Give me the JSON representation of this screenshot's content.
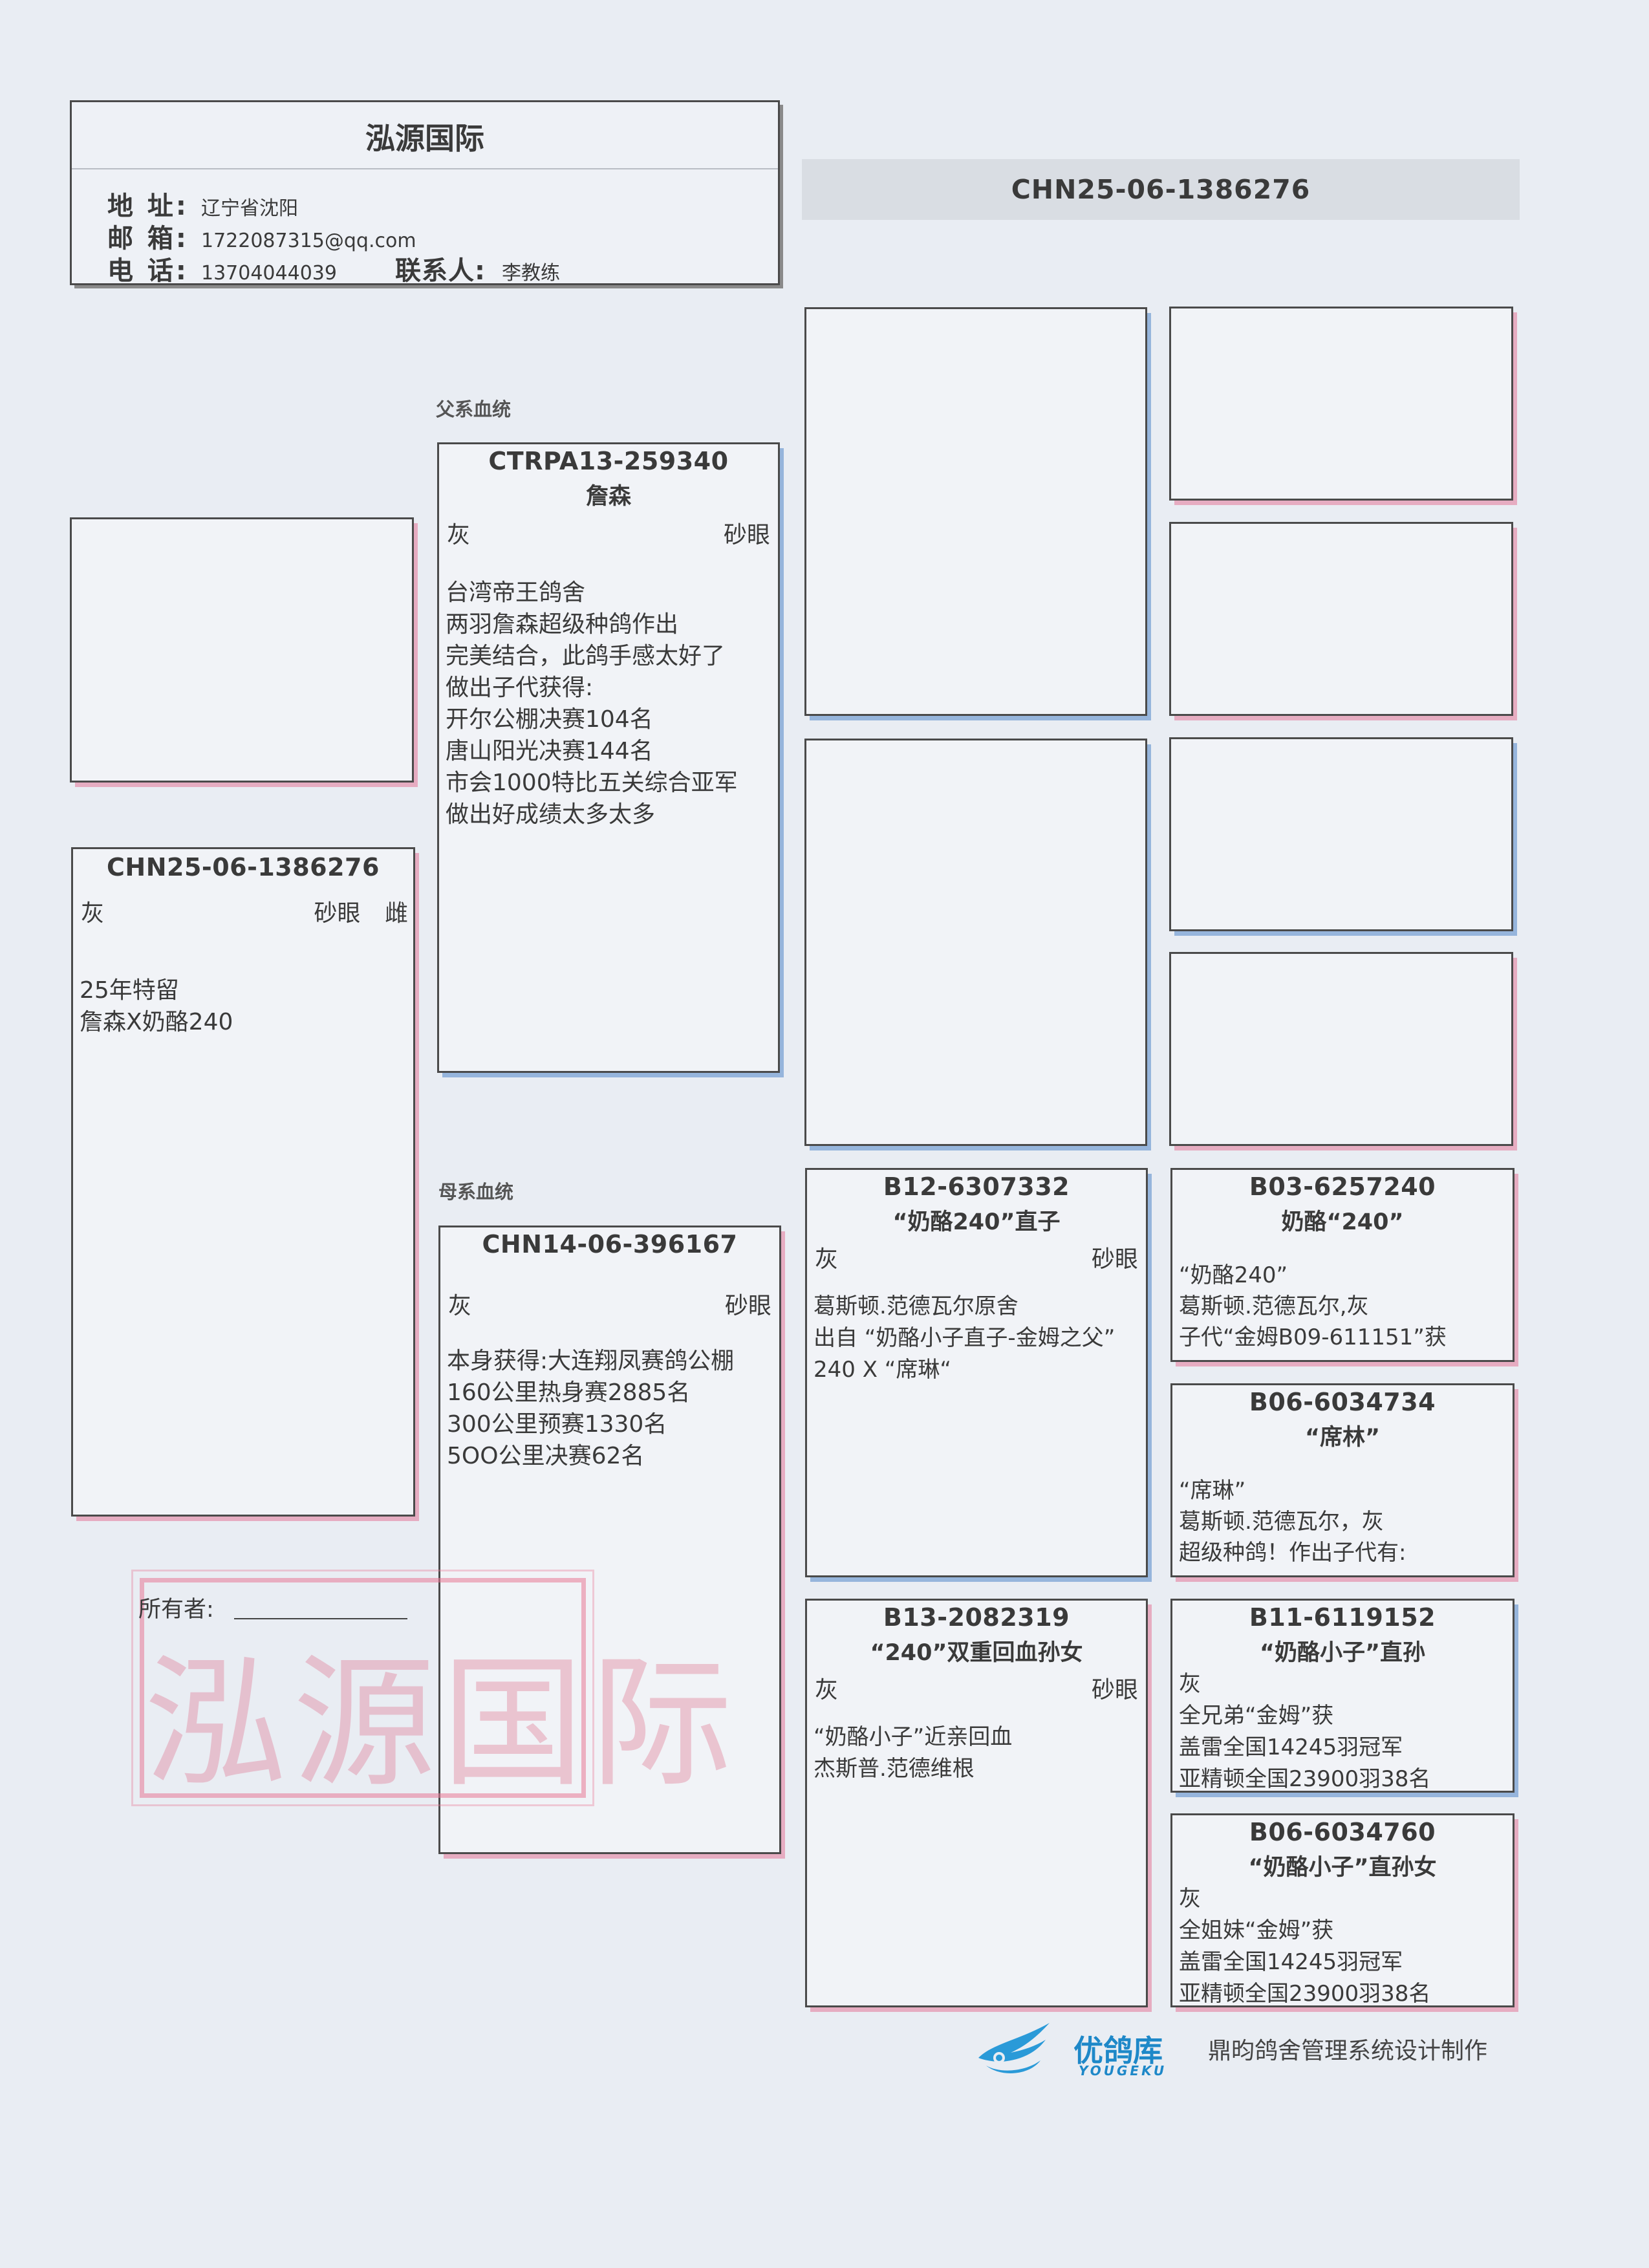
{
  "header": {
    "title": "泓源国际",
    "address_label": "地 址:",
    "address": "辽宁省沈阳",
    "email_label": "邮 箱:",
    "email": "1722087315@qq.com",
    "phone_label": "电 话:",
    "phone": "13704044039",
    "contact_label": "联系人:",
    "contact": "李教练"
  },
  "title_ring": "CHN25-06-1386276",
  "sections": {
    "sire": "父系血统",
    "dam": "母系血统"
  },
  "subject": {
    "ring": "CHN25-06-1386276",
    "color": "灰",
    "eye": "砂眼",
    "sex": "雌",
    "notes": [
      "25年特留",
      "詹森X奶酪240"
    ]
  },
  "sire": {
    "ring": "CTRPA13-259340",
    "name": "詹森",
    "color": "灰",
    "eye": "砂眼",
    "notes": [
      "台湾帝王鸽舍",
      "两羽詹森超级种鸽作出",
      "完美结合，此鸽手感太好了",
      "做出子代获得:",
      "开尔公棚决赛104名",
      "唐山阳光决赛144名",
      "市会1000特比五关综合亚军",
      "做出好成绩太多太多"
    ]
  },
  "dam": {
    "ring": "CHN14-06-396167",
    "color": "灰",
    "eye": "砂眼",
    "notes": [
      "本身获得:大连翔凤赛鸽公棚",
      "160公里热身赛2885名",
      "300公里预赛1330名",
      "5OO公里决赛62名"
    ]
  },
  "dam_sire": {
    "ring": "B12-6307332",
    "name": "“奶酪240”直子",
    "color": "灰",
    "eye": "砂眼",
    "notes": [
      "葛斯顿.范德瓦尔原舍",
      "出自 “奶酪小子直子-金姆之父”",
      "240 X “席琳“"
    ]
  },
  "dam_dam": {
    "ring": "B13-2082319",
    "name": "“240”双重回血孙女",
    "color": "灰",
    "eye": "砂眼",
    "notes": [
      "“奶酪小子”近亲回血",
      "杰斯普.范德维根"
    ]
  },
  "ggp1": {
    "ring": "B03-6257240",
    "name": "奶酪“240”",
    "notes": [
      "“奶酪240”",
      "葛斯顿.范德瓦尔,灰",
      "子代“金姆B09-611151”获"
    ]
  },
  "ggp2": {
    "ring": "B06-6034734",
    "name": "“席林”",
    "notes": [
      "“席琳”",
      "葛斯顿.范德瓦尔，灰",
      "超级种鸽！作出子代有:"
    ]
  },
  "ggp3": {
    "ring": "B11-6119152",
    "name": "“奶酪小子”直孙",
    "notes": [
      "灰",
      "全兄弟“金姆”获",
      "盖雷全国14245羽冠军",
      "亚精顿全国23900羽38名"
    ]
  },
  "ggp4": {
    "ring": "B06-6034760",
    "name": "“奶酪小子”直孙女",
    "notes": [
      "灰",
      "全姐妹“金姆”获",
      "盖雷全国14245羽冠军",
      "亚精顿全国23900羽38名"
    ]
  },
  "owner": {
    "label": "所有者:",
    "stamp": "泓源国际"
  },
  "footer": {
    "brand": "优鸽库",
    "brand_en": "YOUGEKU",
    "credit": "鼎昀鸽舍管理系统设计制作"
  },
  "colors": {
    "border": "#4a4a4a",
    "shadow_pink": "#e496b0",
    "shadow_blue": "#87aad7",
    "brand_blue": "#1e88c8",
    "stamp": "#e1829b"
  }
}
